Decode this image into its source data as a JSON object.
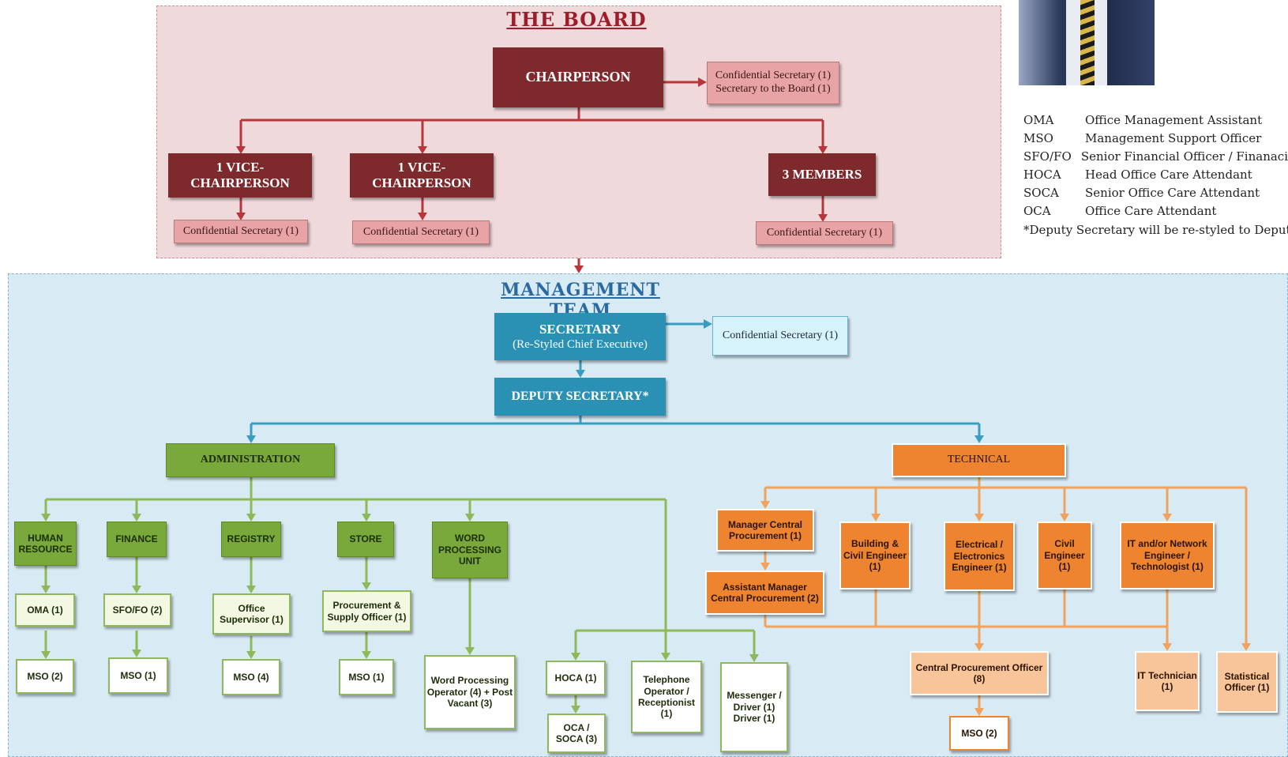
{
  "board": {
    "title": "THE BOARD",
    "chairperson": "CHAIRPERSON",
    "chair_staff": [
      "Confidential Secretary (1)",
      "Secretary to the Board (1)"
    ],
    "vice1": "1 VICE-CHAIRPERSON",
    "vice2": "1 VICE-CHAIRPERSON",
    "members": "3 MEMBERS",
    "conf_sec": "Confidential Secretary (1)"
  },
  "management": {
    "title": "MANAGEMENT TEAM",
    "secretary": "SECRETARY",
    "secretary_sub": "(Re-Styled Chief Executive)",
    "sec_conf": "Confidential Secretary (1)",
    "deputy": "DEPUTY SECRETARY*"
  },
  "administration": {
    "label": "ADMINISTRATION",
    "units": [
      {
        "name": "HUMAN RESOURCE",
        "staff": "OMA (1)",
        "sub": "MSO (2)"
      },
      {
        "name": "FINANCE",
        "staff": "SFO/FO (2)",
        "sub": "MSO (1)"
      },
      {
        "name": "REGISTRY",
        "staff": "Office Supervisor (1)",
        "sub": "MSO (4)"
      },
      {
        "name": "STORE",
        "staff": "Procurement & Supply Officer (1)",
        "sub": "MSO (1)"
      },
      {
        "name": "WORD PROCESSING UNIT",
        "staff": "Word Processing Operator (4) + Post Vacant (3)"
      }
    ],
    "hoca": "HOCA (1)",
    "oca": "OCA / SOCA (3)",
    "telephone": "Telephone Operator / Receptionist (1)",
    "messenger": "Messenger / Driver (1) Driver (1)"
  },
  "technical": {
    "label": "TECHNICAL",
    "mcp": "Manager Central Procurement (1)",
    "amcp": "Assistant Manager Central Procurement (2)",
    "building": "Building & Civil Engineer (1)",
    "electrical": "Electrical / Electronics Engineer (1)",
    "civil": "Civil Engineer (1)",
    "it": "IT and/or Network Engineer / Technologist (1)",
    "cpo": "Central Procurement Officer (8)",
    "cpo_mso": "MSO (2)",
    "it_tech": "IT Technician (1)",
    "stat": "Statistical Officer (1)"
  },
  "legend": {
    "rows": [
      {
        "abbr": "OMA",
        "full": "Office Management Assistant"
      },
      {
        "abbr": "MSO",
        "full": "Management Support Officer"
      },
      {
        "abbr": "SFO/FO",
        "full": "Senior Financial Officer / Finanaci"
      },
      {
        "abbr": "HOCA",
        "full": "Head Office Care Attendant"
      },
      {
        "abbr": "SOCA",
        "full": "Senior Office Care Attendant"
      },
      {
        "abbr": "OCA",
        "full": "Office Care Attendant"
      }
    ],
    "note": "*Deputy Secretary will be re-styled to Deputy"
  },
  "colors": {
    "board": "#7e2a2c",
    "management": "#2a91b4",
    "administration": "#79a93a",
    "technical": "#ee8430"
  }
}
